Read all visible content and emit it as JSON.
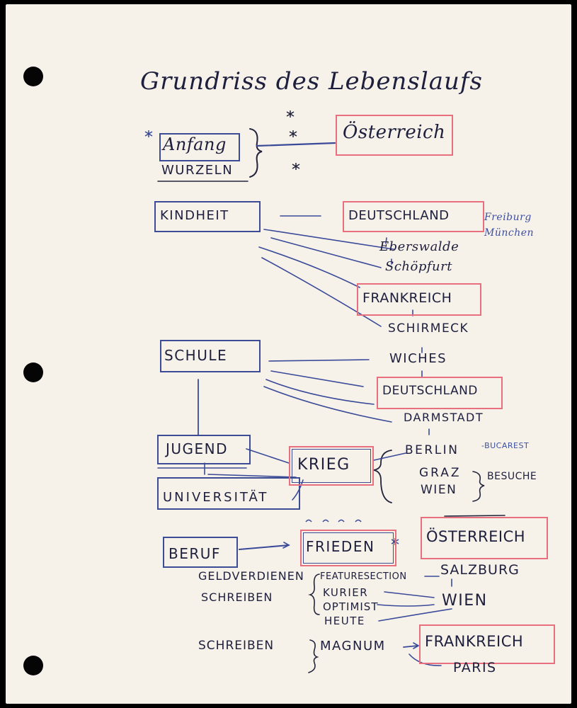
{
  "title": "Grundriss des Lebenslaufs",
  "col1": {
    "anfang": "Anfang",
    "wurzeln": "WURZELN",
    "kindheit": "KINDHEIT",
    "schule": "SCHULE",
    "jugend": "JUGEND",
    "universitaet": "UNIVERSITÄT",
    "beruf": "BERUF",
    "geldverdienen": "GELDVERDIENEN",
    "schreiben1": "SCHREIBEN",
    "schreiben2": "SCHREIBEN"
  },
  "col2": {
    "krieg": "KRIEG",
    "frieden": "FRIEDEN",
    "featuresection": "FEATURESECTION",
    "kurier": "KURIER",
    "optimist": "OPTIMIST",
    "heute": "HEUTE",
    "magnum": "MAGNUM"
  },
  "col3": {
    "oesterreich1": "Österreich",
    "deutschland1": "DEUTSCHLAND",
    "freiburg_muenchen": "Freiburg München",
    "eberswalde": "Eberswalde",
    "schoepfurt": "Schöpfurt",
    "frankreich1": "FRANKREICH",
    "schirmeck": "SCHIRMECK",
    "wiches": "WICHES",
    "deutschland2": "DEUTSCHLAND",
    "darmstadt": "DARMSTADT",
    "berlin": "BERLIN",
    "bucarest": "-BUCAREST",
    "graz": "GRAZ",
    "wien1": "WIEN",
    "besuche": "BESUCHE",
    "oesterreich2": "ÖSTERREICH",
    "salzburg": "SALZBURG",
    "wien2": "WIEN",
    "frankreich2": "FRANKREICH",
    "paris": "PARIS"
  }
}
